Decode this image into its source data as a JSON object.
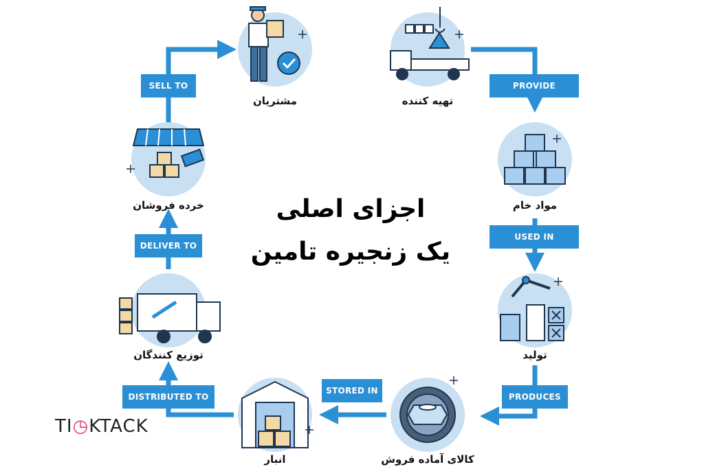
{
  "title": {
    "line1": "اجزای اصلی",
    "line2": "یک زنجیره تامین"
  },
  "nodes": {
    "supplier": "تهیه کننده",
    "raw_materials": "مواد خام",
    "production": "تولید",
    "finished_goods": "کالای آماده فروش",
    "warehouse": "انبار",
    "distributors": "توزیع کنندگان",
    "retailers": "خرده فروشان",
    "customers": "مشتریان"
  },
  "edges": {
    "provide": "PROVIDE",
    "used_in": "USED IN",
    "produces": "PRODUCES",
    "stored_in": "STORED IN",
    "distributed_to": "DISTRIBUTED TO",
    "deliver_to": "DELIVER TO",
    "sell_to": "SELL TO"
  },
  "logo": {
    "part1": "TI",
    "part2": "KTACK"
  },
  "colors": {
    "accent": "#2a8fd4",
    "circle": "#c9dff2",
    "ink": "#1f3550"
  }
}
